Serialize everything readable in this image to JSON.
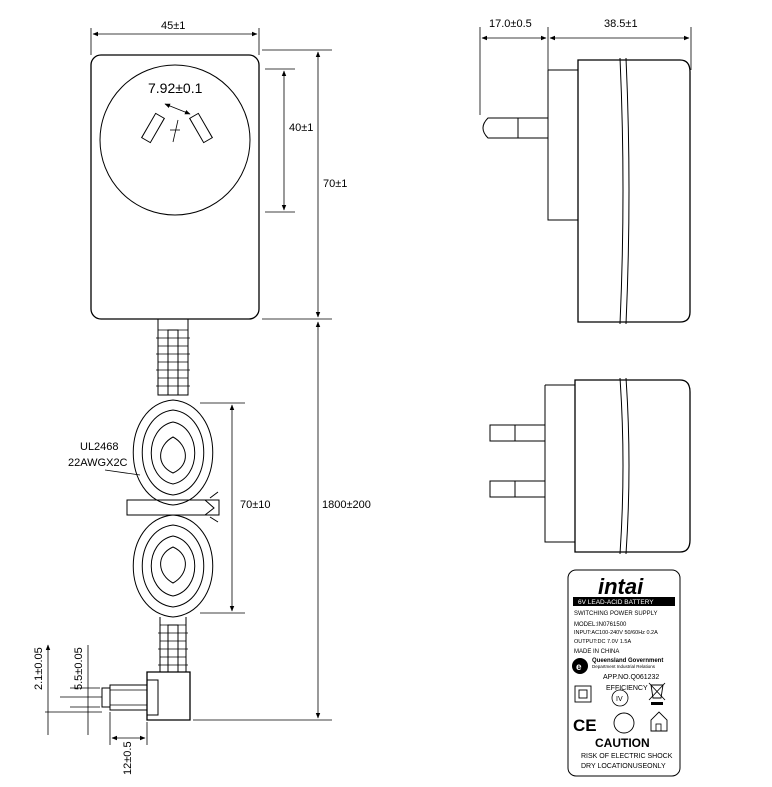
{
  "dimensions": {
    "front_width": "45±1",
    "front_height": "70±1",
    "circle_height": "40±1",
    "pin_spacing": "7.92±0.1",
    "pin_length": "17.0±0.5",
    "side_depth": "38.5±1",
    "cable_length": "1800±200",
    "coil_length": "70±10",
    "plug_inner": "2.1±0.05",
    "plug_outer": "5.5±0.05",
    "plug_length": "12±0.5"
  },
  "cable_spec": {
    "line1": "UL2468",
    "line2": "22AWGX2C"
  },
  "label": {
    "brand": "intai",
    "banner": "6V LEAD-ACID BATTERY",
    "product": "SWITCHING POWER SUPPLY",
    "model": "MODEL:IN0761500",
    "input": "INPUT:AC100-240V 50/60Hz 0.2A",
    "output": "OUTPUT:DC 7.0V 1.5A",
    "origin": "MADE IN CHINA",
    "govt_line1": "Queensland Government",
    "govt_line2": "Department Industrial Relations",
    "approval": "APP.NO.Q061232",
    "efficiency": "EFFICIENCY",
    "efficiency_level": "IV",
    "ce_mark": "CE",
    "caution": "CAUTION",
    "warning1": "RISK OF ELECTRIC SHOCK",
    "warning2": "DRY LOCATIONUSEONLY"
  }
}
